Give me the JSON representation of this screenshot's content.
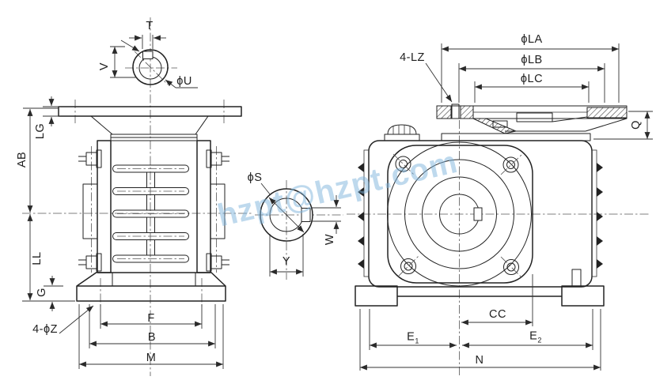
{
  "watermark": {
    "text": "hzpt@hzpt.com",
    "color": "#7eb4dc"
  },
  "colors": {
    "line": "#222222",
    "dimension": "#333333",
    "background": "#ffffff"
  },
  "views": {
    "input_shaft_section": {
      "t": "T",
      "v": "V",
      "u": "ϕU"
    },
    "front_view": {
      "lg": "LG",
      "ab": "AB",
      "ll": "LL",
      "g": "G",
      "z": "4-ϕZ",
      "f": "F",
      "b": "B",
      "m": "M"
    },
    "output_bore_section": {
      "s": "ϕS",
      "w": "W",
      "y": "Y"
    },
    "side_view": {
      "lz": "4-LZ",
      "la": "ϕLA",
      "lb": "ϕLB",
      "lc": "ϕLC",
      "q": "Q",
      "cc": "CC",
      "e1": {
        "base": "E",
        "sub": "1"
      },
      "e2": {
        "base": "E",
        "sub": "2"
      },
      "n": "N"
    }
  }
}
